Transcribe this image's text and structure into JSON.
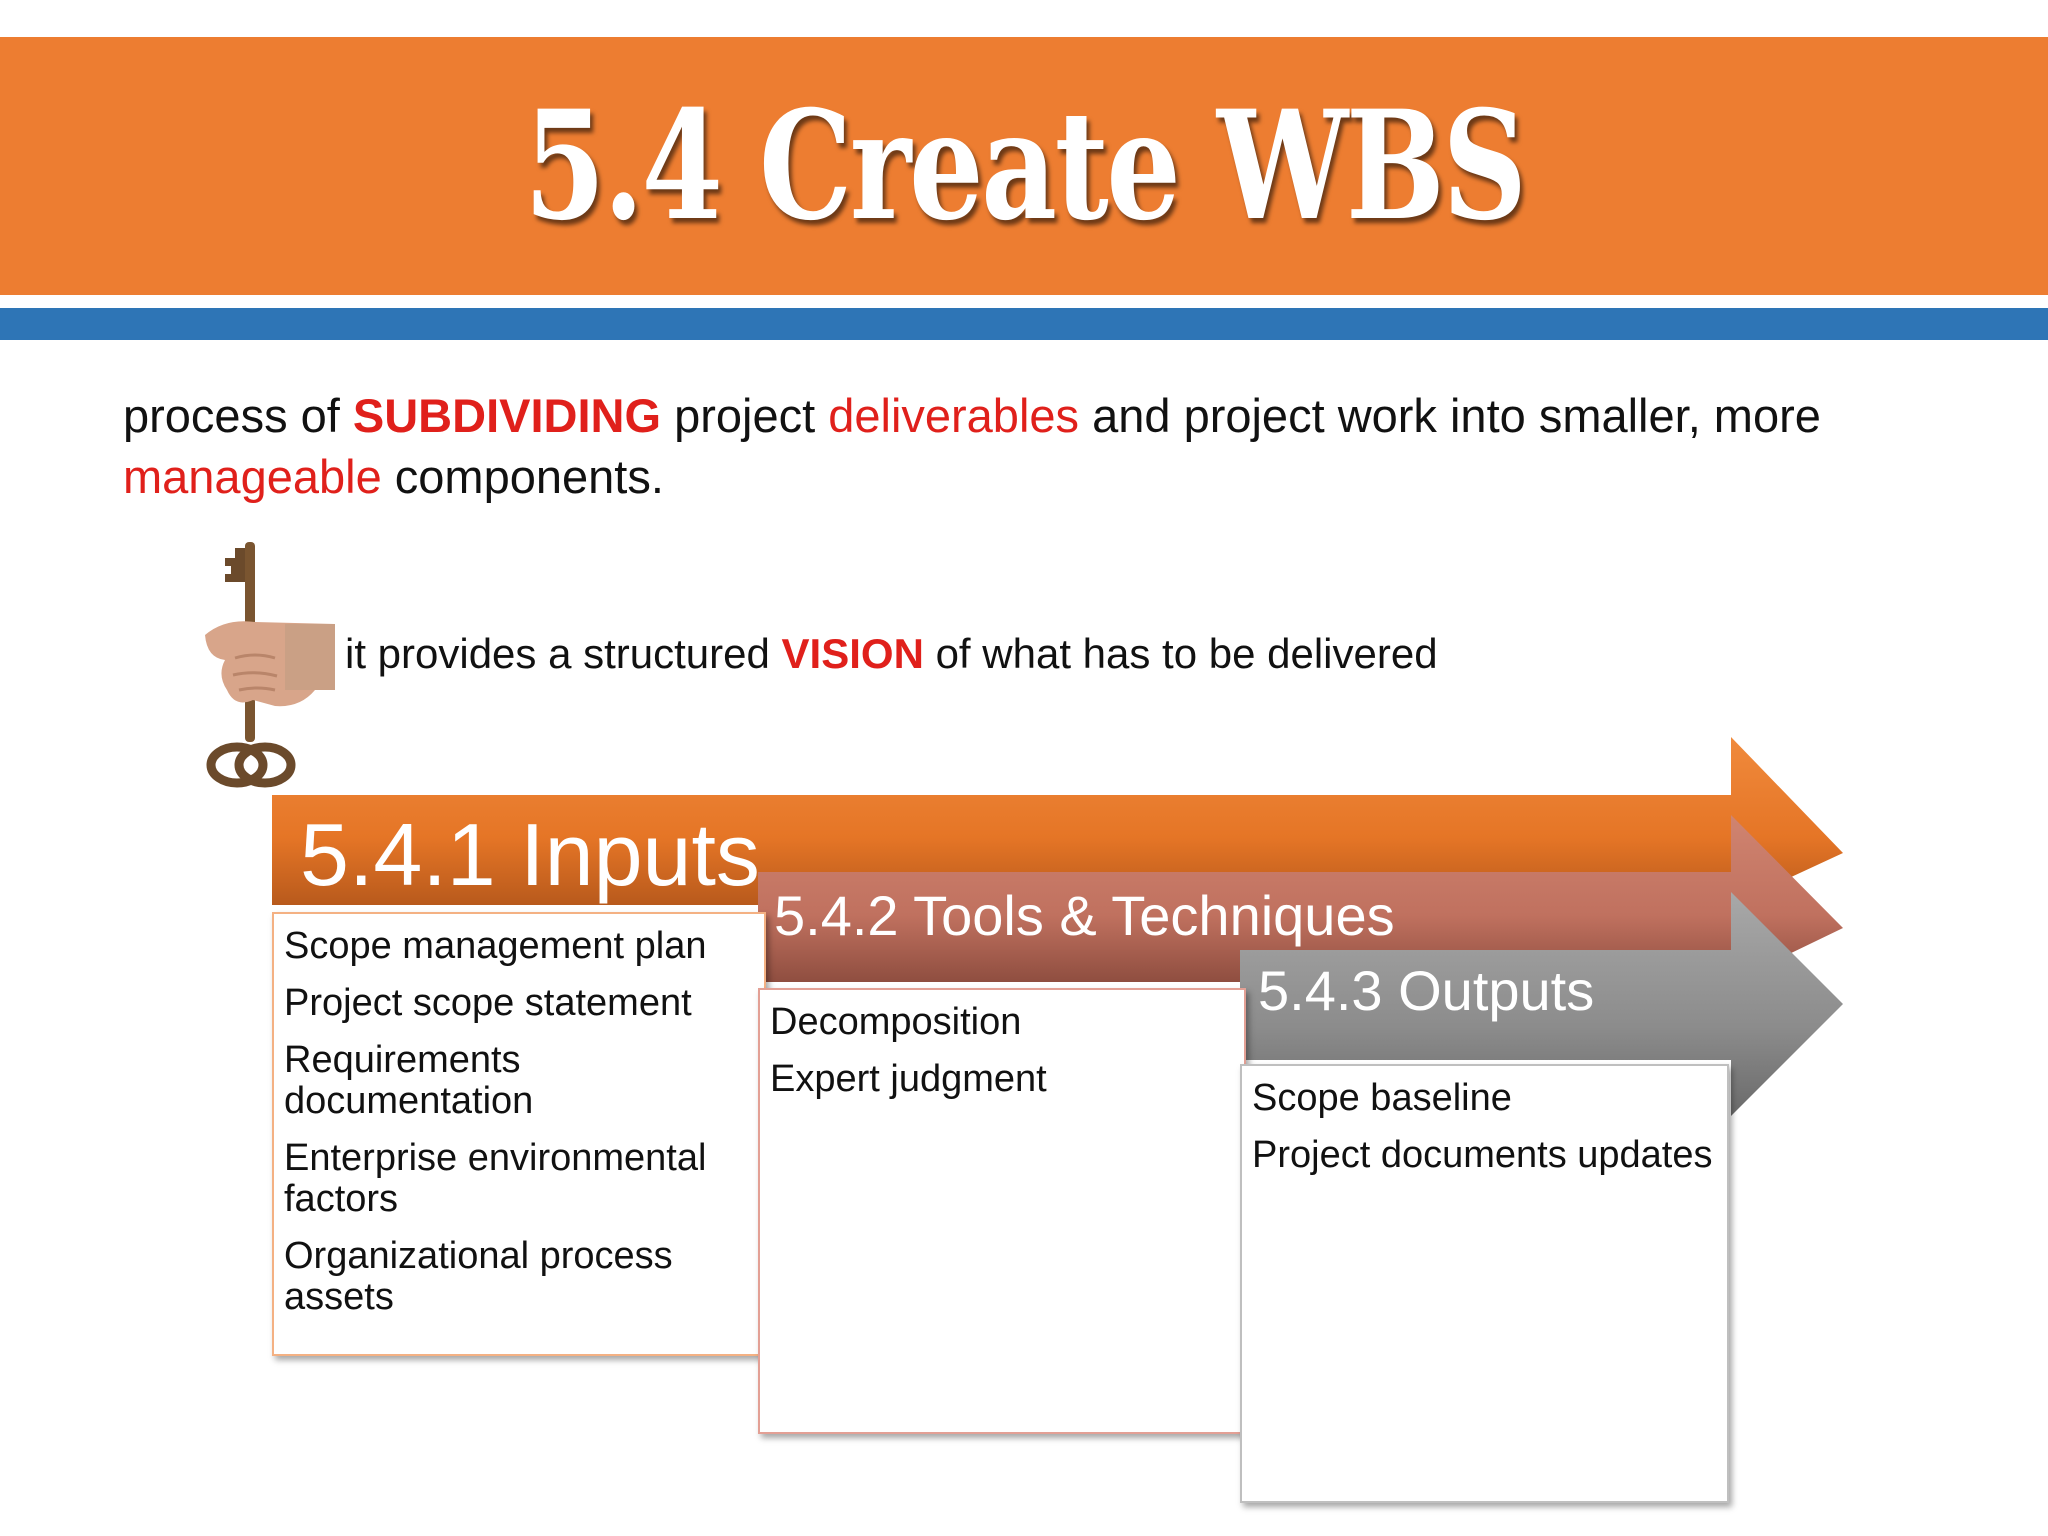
{
  "header": {
    "title": "5.4 Create WBS"
  },
  "definition": {
    "p1": "process of ",
    "p2": "SUBDIVIDING",
    "p3": " project ",
    "p4": "deliverables",
    "p5": " and project work into smaller, more ",
    "p6": "manageable",
    "p7": " components."
  },
  "vision_line": {
    "p1": "it provides a structured ",
    "p2": "VISION",
    "p3": " of what has to be delivered"
  },
  "colors": {
    "banner": "#ED7D31",
    "stripe": "#2E75B6",
    "emphasis": "#E0201B",
    "arrow_inputs": "#ED7D31",
    "arrow_tools": "#C0715F",
    "arrow_outputs": "#8C8C8C"
  },
  "icons": {
    "key": "hand-holding-key-icon"
  },
  "diagram": {
    "inputs": {
      "heading": "5.4.1 Inputs",
      "items": [
        "Scope management plan",
        "Project scope statement",
        "Requirements documentation",
        "Enterprise environmental factors",
        "Organizational process assets"
      ]
    },
    "tools": {
      "heading": "5.4.2 Tools & Techniques",
      "items": [
        "Decomposition",
        "Expert judgment"
      ]
    },
    "outputs": {
      "heading": "5.4.3 Outputs",
      "items": [
        "Scope baseline",
        "Project documents updates"
      ]
    }
  }
}
